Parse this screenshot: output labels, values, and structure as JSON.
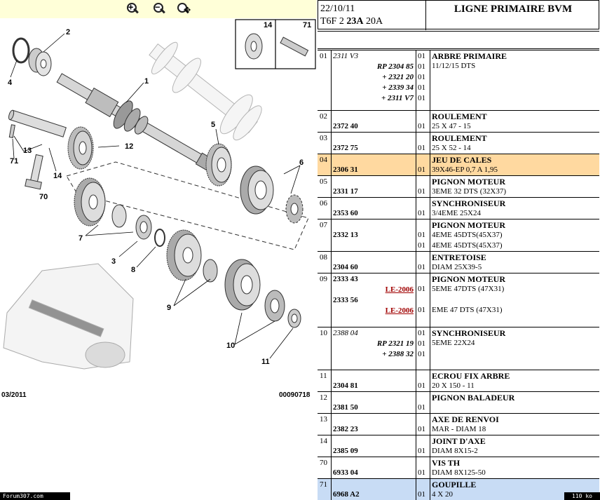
{
  "toolbar": {
    "zoom_in_icon": "magnifier-plus",
    "zoom_out_icon": "magnifier-minus",
    "zoom_move_icon": "magnifier-move"
  },
  "diagram": {
    "labels": [
      "2",
      "4",
      "1",
      "13",
      "71",
      "14",
      "70",
      "12",
      "5",
      "6",
      "7",
      "3",
      "8",
      "9",
      "10",
      "11"
    ],
    "inset_labels": [
      "14",
      "71"
    ],
    "date": "03/2011",
    "ref": "00090718"
  },
  "header": {
    "date": "22/10/11",
    "model_prefix": "T6F 2 ",
    "model_bold": "23A",
    "model_suffix": " 20A",
    "title": "LIGNE PRIMAIRE BVM"
  },
  "rows": [
    {
      "num": "01",
      "refs": [
        {
          "t": "2311 V3",
          "style": "italic-left"
        },
        {
          "t": "RP 2304 85",
          "style": "italic-right"
        },
        {
          "t": "+ 2321 20",
          "style": "italic-right"
        },
        {
          "t": "+ 2339 34",
          "style": "italic-right"
        },
        {
          "t": "+ 2311 V7",
          "style": "italic-right"
        }
      ],
      "qty": [
        "01",
        "01",
        "01",
        "01",
        "01"
      ],
      "name": "ARBRE PRIMAIRE",
      "desc": [
        "11/12/15 DTS"
      ]
    },
    {
      "num": "02",
      "refs": [
        {
          "t": "2372 40",
          "style": "bold"
        }
      ],
      "qty": [
        "01"
      ],
      "name": "ROULEMENT",
      "desc": [
        "25 X 47 - 15"
      ]
    },
    {
      "num": "03",
      "refs": [
        {
          "t": "2372 75",
          "style": "bold"
        }
      ],
      "qty": [
        "01"
      ],
      "name": "ROULEMENT",
      "desc": [
        "25 X 52 - 14"
      ]
    },
    {
      "num": "04",
      "refs": [
        {
          "t": "2306 31",
          "style": "bold"
        }
      ],
      "qty": [
        "01"
      ],
      "name": "JEU DE CALES",
      "desc": [
        "39X46-EP 0,7 A 1,95"
      ],
      "highlight": "orange"
    },
    {
      "num": "05",
      "refs": [
        {
          "t": "2331 17",
          "style": "bold"
        }
      ],
      "qty": [
        "01"
      ],
      "name": "PIGNON MOTEUR",
      "desc": [
        "3EME 32 DTS (32X37)"
      ]
    },
    {
      "num": "06",
      "refs": [
        {
          "t": "2353 60",
          "style": "bold"
        }
      ],
      "qty": [
        "01"
      ],
      "name": "SYNCHRONISEUR",
      "desc": [
        "3/4EME 25X24"
      ]
    },
    {
      "num": "07",
      "refs": [
        {
          "t": "2332 13",
          "style": "bold"
        }
      ],
      "qty": [
        "01",
        "01"
      ],
      "name": "PIGNON MOTEUR",
      "desc": [
        "4EME 45DTS(45X37)",
        "4EME 45DTS(45X37)"
      ]
    },
    {
      "num": "08",
      "refs": [
        {
          "t": "2304 60",
          "style": "bold"
        }
      ],
      "qty": [
        "01"
      ],
      "name": "ENTRETOISE",
      "desc": [
        "DIAM 25X39-5"
      ]
    },
    {
      "num": "09",
      "refs": [
        {
          "t": "2333 43",
          "style": "bold"
        },
        {
          "t": "LE-2006",
          "style": "link"
        },
        {
          "t": "2333 56",
          "style": "bold"
        },
        {
          "t": "LE-2006",
          "style": "link"
        }
      ],
      "qty": [
        "01",
        "01"
      ],
      "name": "PIGNON MOTEUR",
      "desc": [
        "5EME 47DTS (47X31)",
        "EME 47 DTS (47X31)"
      ]
    },
    {
      "num": "10",
      "refs": [
        {
          "t": "2388 04",
          "style": "italic-left"
        },
        {
          "t": "RP 2321 19",
          "style": "italic-right"
        },
        {
          "t": "+ 2388 32",
          "style": "italic-right"
        }
      ],
      "qty": [
        "01",
        "01",
        "01"
      ],
      "name": "SYNCHRONISEUR",
      "desc": [
        "5EME 22X24"
      ]
    },
    {
      "num": "11",
      "refs": [
        {
          "t": "2304 81",
          "style": "bold"
        }
      ],
      "qty": [
        "01"
      ],
      "name": "ECROU FIX ARBRE",
      "desc": [
        "20 X 150 - 11"
      ]
    },
    {
      "num": "12",
      "refs": [
        {
          "t": "2381 50",
          "style": "bold"
        }
      ],
      "qty": [
        "01"
      ],
      "name": "PIGNON BALADEUR",
      "desc": []
    },
    {
      "num": "13",
      "refs": [
        {
          "t": "2382 23",
          "style": "bold"
        }
      ],
      "qty": [
        "01"
      ],
      "name": "AXE DE RENVOI",
      "desc": [
        "MAR - DIAM 18"
      ]
    },
    {
      "num": "14",
      "refs": [
        {
          "t": "2385 09",
          "style": "bold"
        }
      ],
      "qty": [
        "01"
      ],
      "name": "JOINT D'AXE",
      "desc": [
        "DIAM 8X15-2"
      ]
    },
    {
      "num": "70",
      "refs": [
        {
          "t": "6933 04",
          "style": "bold"
        }
      ],
      "qty": [
        "01"
      ],
      "name": "VIS TH",
      "desc": [
        "DIAM 8X125-50"
      ]
    },
    {
      "num": "71",
      "refs": [
        {
          "t": "6968 A2",
          "style": "bold"
        }
      ],
      "qty": [
        "01"
      ],
      "name": "GOUPILLE",
      "desc": [
        "4 X 20"
      ],
      "highlight": "blue"
    }
  ],
  "footer": {
    "left": "Forum307.com",
    "right": "110 ko"
  }
}
